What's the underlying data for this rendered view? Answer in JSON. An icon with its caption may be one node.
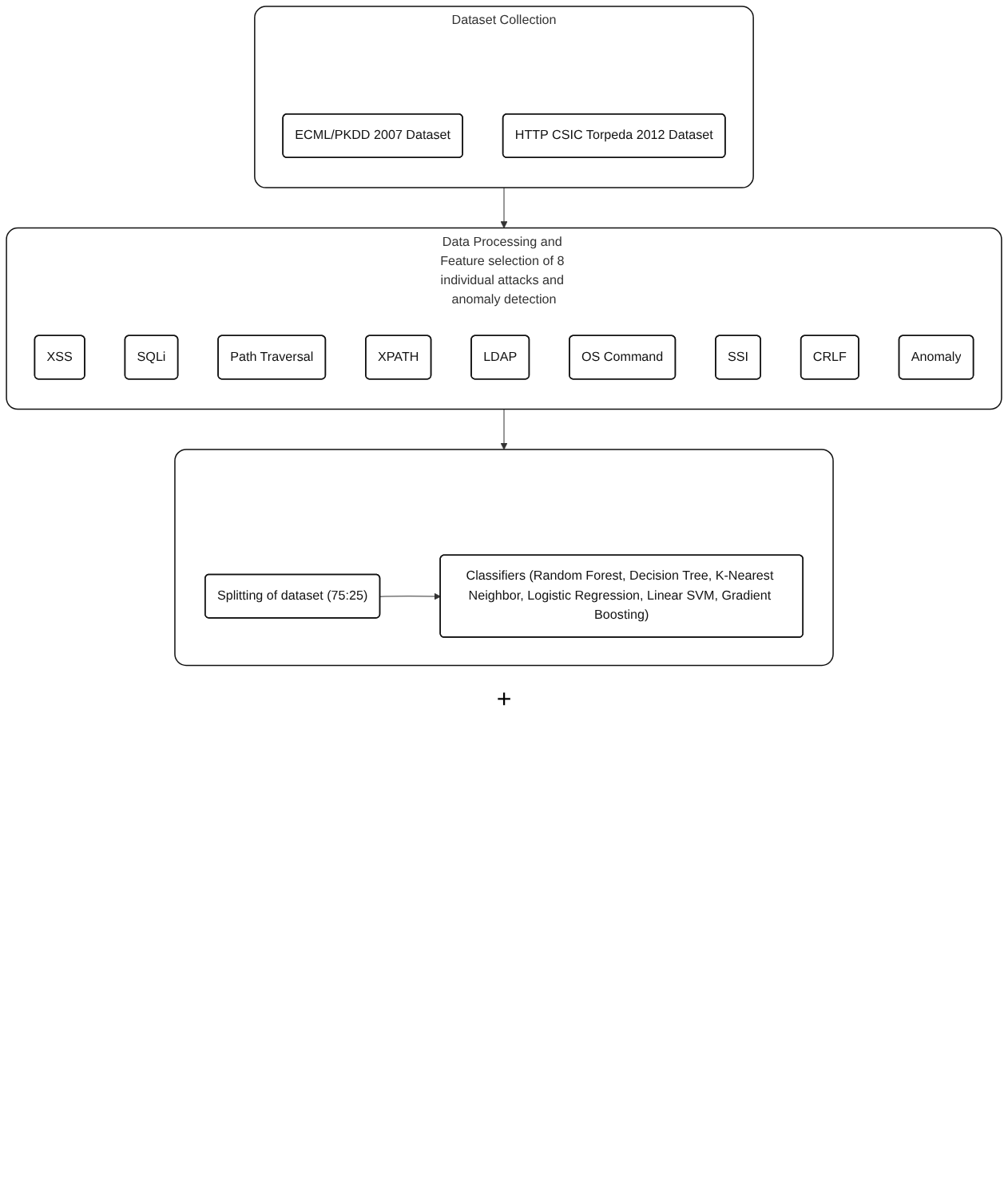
{
  "diagram": {
    "nodes": [
      {
        "text": [
          "Dataset Collection"
        ]
      },
      {
        "text": [
          "ECML/PKDD 2007 Dataset"
        ],
        "in": 0
      },
      {
        "text": [
          "HTTP CSIC Torpeda 2012 Dataset"
        ],
        "in": 0
      },
      {
        "text": [
          "Data Processing and Feature selection of 8 individual attacks and anomaly detection"
        ]
      },
      {
        "text": [
          "XSS"
        ],
        "in": 3
      },
      {
        "text": [
          "SQLi"
        ],
        "in": 3
      },
      {
        "text": [
          "Path Traversal"
        ],
        "in": 3
      },
      {
        "text": [
          "XPATH"
        ],
        "in": 3
      },
      {
        "text": [
          "LDAP"
        ],
        "in": 3
      },
      {
        "text": [
          "OS Command"
        ],
        "in": 3
      },
      {
        "text": [
          "SSI"
        ],
        "in": 3
      },
      {
        "text": [
          "CRLF"
        ],
        "in": 3
      },
      {
        "text": [
          "Anomaly"
        ],
        "in": 3
      },
      {
        "text": [],
        "shape": "box"
      },
      {
        "text": [
          "Splitting of dataset (75:25)"
        ],
        "in": 13
      },
      {
        "text": [
          "Classifiers (Random Forest, Decision Tree, K-Nearest Neighbor, Logistic Regression, Linear SVM, Gradient Boosting)"
        ],
        "in": 13
      }
    ],
    "edges": [
      {
        "from": 0,
        "to": 3,
        "arrow": "to"
      },
      {
        "from": 3,
        "to": 13,
        "arrow": "to"
      },
      {
        "from": 14,
        "to": 15,
        "arrow": "to"
      }
    ],
    "labels": [
      "+"
    ]
  }
}
